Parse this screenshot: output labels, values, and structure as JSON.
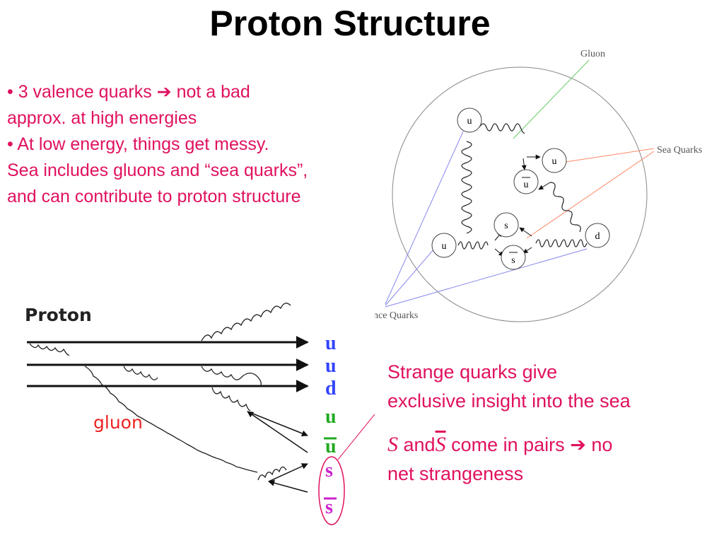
{
  "title": "Proton Structure",
  "bullets": {
    "b1_part1": "• 3 valence quarks",
    "b1_arrow": "➔",
    "b1_part2": "not a bad",
    "b1_line2": "approx. at high energies",
    "b2_line1": "• At low energy, things get messy.",
    "b2_line2": "Sea includes gluons and “sea quarks”,",
    "b2_line3": "and can contribute to proton structure"
  },
  "strange": {
    "line1": "Strange quarks give",
    "line2": "exclusive insight into the sea",
    "sym": "S",
    "and": "and",
    "sym_bar": "S",
    "pairs": "come in pairs",
    "arrow": "➔",
    "no": "no",
    "line4": "net strangeness"
  },
  "circle_diagram": {
    "gluon_label": "Gluon",
    "sea_quarks_label": "Sea Quarks",
    "valence_label": "nce Quarks",
    "quarks": {
      "u_top": "u",
      "u_right": "u",
      "ubar": "u",
      "s": "s",
      "sbar": "s",
      "u_left": "u",
      "d": "d"
    }
  },
  "feynman": {
    "proton_label": "Proton",
    "gluon_label": "gluon",
    "quark_labels": [
      "u",
      "u",
      "d",
      "u",
      "u",
      "s",
      "s"
    ],
    "colors": {
      "u_valence": "#3344ff",
      "d_valence": "#3344ff",
      "u_sea": "#22aa22",
      "s": "#cc22cc",
      "gluon": "#ee2222"
    }
  },
  "colors": {
    "text_accent": "#e0115f",
    "gluon_line": "#66cc66",
    "sea_line": "#ff8866",
    "valence_line": "#8888ee"
  }
}
